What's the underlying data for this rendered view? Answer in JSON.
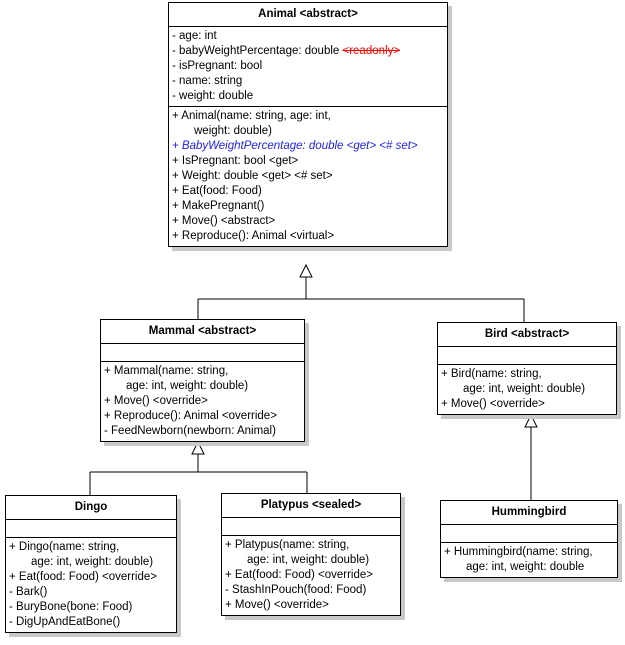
{
  "diagram": {
    "type": "uml-class-diagram",
    "title": "Animal class hierarchy",
    "background": "#ffffff",
    "shadow_color": "#c8c8c8",
    "border_color": "#000000",
    "readonly_color": "#ff0000",
    "virtual_property_color": "#2222ee"
  },
  "classes": {
    "animal": {
      "name": "Animal <abstract>",
      "attributes": [
        {
          "text": "-  age: int"
        },
        {
          "text": "-  babyWeightPercentage: double ",
          "tag": "<readonly>",
          "tag_style": "readonly"
        },
        {
          "text": "-  isPregnant: bool"
        },
        {
          "text": "-  name: string"
        },
        {
          "text": "-  weight: double"
        }
      ],
      "operations": [
        {
          "text": "+  Animal(name: string, age: int,",
          "cont": "weight: double)"
        },
        {
          "text": "+  BabyWeightPercentage: double <get> <# set>",
          "style": "virtual-property"
        },
        {
          "text": "+  IsPregnant: bool <get>"
        },
        {
          "text": "+  Weight: double <get> <# set>"
        },
        {
          "text": "+  Eat(food: Food)"
        },
        {
          "text": "+  MakePregnant()"
        },
        {
          "text": "+  Move() <abstract>"
        },
        {
          "text": "+  Reproduce(): Animal <virtual>"
        }
      ]
    },
    "mammal": {
      "name": "Mammal <abstract>",
      "attributes": [],
      "operations": [
        {
          "text": "+  Mammal(name: string,",
          "cont": "age: int, weight: double)"
        },
        {
          "text": "+  Move() <override>"
        },
        {
          "text": "+  Reproduce(): Animal <override>"
        },
        {
          "text": "-  FeedNewborn(newborn: Animal)"
        }
      ]
    },
    "bird": {
      "name": "Bird <abstract>",
      "attributes": [],
      "operations": [
        {
          "text": "+  Bird(name: string,",
          "cont": "age: int, weight: double)"
        },
        {
          "text": "+  Move() <override>"
        }
      ]
    },
    "dingo": {
      "name": "Dingo",
      "attributes": [],
      "operations": [
        {
          "text": "+  Dingo(name: string,",
          "cont": "age: int, weight: double)"
        },
        {
          "text": "+  Eat(food: Food) <override>"
        },
        {
          "text": "-  Bark()"
        },
        {
          "text": "-  BuryBone(bone: Food)"
        },
        {
          "text": "-  DigUpAndEatBone()"
        }
      ]
    },
    "platypus": {
      "name": "Platypus <sealed>",
      "attributes": [],
      "operations": [
        {
          "text": "+  Platypus(name: string,",
          "cont": "age: int, weight: double)"
        },
        {
          "text": "+  Eat(food: Food) <override>"
        },
        {
          "text": "-  StashInPouch(food: Food)"
        },
        {
          "text": "+  Move() <override>"
        }
      ]
    },
    "hummingbird": {
      "name": "Hummingbird",
      "attributes": [],
      "operations": [
        {
          "text": "+  Hummingbird(name: string,",
          "cont": "age: int, weight: double"
        }
      ]
    }
  },
  "relationships": [
    {
      "type": "generalization",
      "from": "Mammal",
      "to": "Animal"
    },
    {
      "type": "generalization",
      "from": "Bird",
      "to": "Animal"
    },
    {
      "type": "generalization",
      "from": "Dingo",
      "to": "Mammal"
    },
    {
      "type": "generalization",
      "from": "Platypus",
      "to": "Mammal"
    },
    {
      "type": "generalization",
      "from": "Hummingbird",
      "to": "Bird"
    }
  ]
}
